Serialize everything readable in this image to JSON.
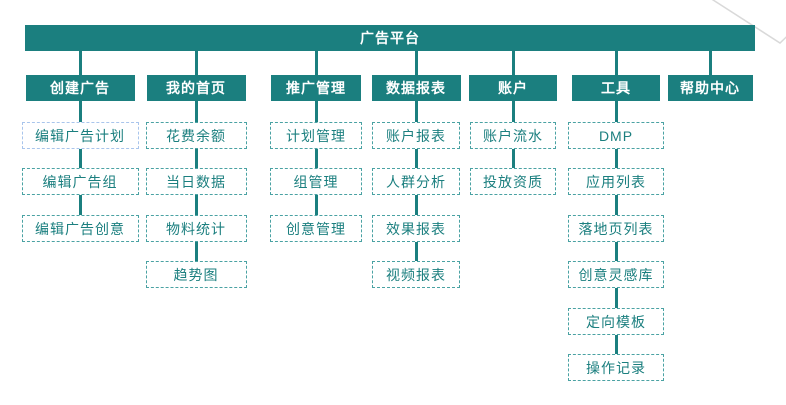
{
  "root": {
    "label": "广告平台"
  },
  "columns": [
    {
      "label": "创建广告",
      "items": [
        {
          "label": "编辑广告计划",
          "highlight": true
        },
        {
          "label": "编辑广告组"
        },
        {
          "label": "编辑广告创意"
        }
      ]
    },
    {
      "label": "我的首页",
      "items": [
        {
          "label": "花费余额"
        },
        {
          "label": "当日数据"
        },
        {
          "label": "物料统计"
        },
        {
          "label": "趋势图"
        }
      ]
    },
    {
      "label": "推广管理",
      "items": [
        {
          "label": "计划管理"
        },
        {
          "label": "组管理"
        },
        {
          "label": "创意管理"
        }
      ]
    },
    {
      "label": "数据报表",
      "items": [
        {
          "label": "账户报表"
        },
        {
          "label": "人群分析"
        },
        {
          "label": "效果报表"
        },
        {
          "label": "视频报表"
        }
      ]
    },
    {
      "label": "账户",
      "items": [
        {
          "label": "账户流水"
        },
        {
          "label": "投放资质"
        }
      ]
    },
    {
      "label": "工具",
      "items": [
        {
          "label": "DMP"
        },
        {
          "label": "应用列表"
        },
        {
          "label": "落地页列表"
        },
        {
          "label": "创意灵感库"
        },
        {
          "label": "定向模板"
        },
        {
          "label": "操作记录"
        }
      ]
    },
    {
      "label": "帮助中心",
      "items": []
    }
  ],
  "colors": {
    "primary": "#1B7F7F",
    "dash": "#4AA2A3",
    "highlight_border": "#A9C5EC",
    "corner_line": "#D9D9D9",
    "text_on_primary": "#FFFFFF"
  }
}
